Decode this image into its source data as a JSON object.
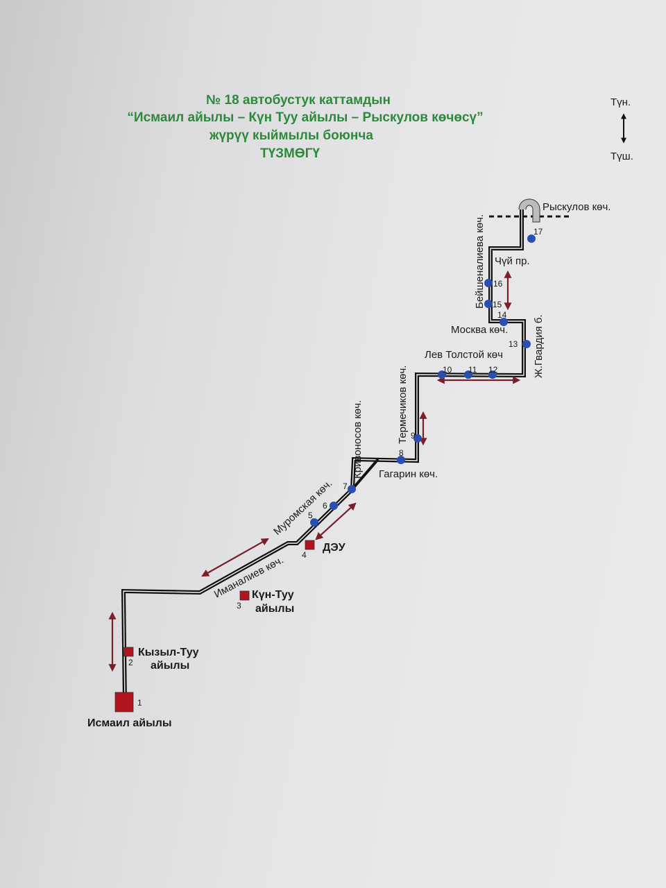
{
  "title": {
    "line1": "№ 18 автобустук каттамдын",
    "line2": "“Исмаил айылы – Күн Туу айылы – Рыскулов көчөсү”",
    "line3": "жүрүү кыймылы боюнча",
    "line4": "ТҮЗМӨГҮ"
  },
  "compass": {
    "north": "Түн.",
    "south": "Түш."
  },
  "streets": {
    "ryskulov": "Рыскулов көч.",
    "beishenalieva": "Бейшеналиева көч.",
    "chui": "Чүй пр.",
    "moskva": "Москва көч.",
    "zh_gvardia": "Ж.Гвардия б.",
    "lev_tolstoy": "Лев Толстой көч",
    "termechikov": "Термечиков көч.",
    "gagarin": "Гагарин көч.",
    "krivonosov": "Кривоносов көч.",
    "muromskaya": "Муромская көч.",
    "imanaliev": "Иманалиев көч."
  },
  "places": {
    "dey": "ДЭУ",
    "kun_tuu_1": "Күн-Туу",
    "kun_tuu_2": "айылы",
    "kyzyl_tuu_1": "Кызыл-Туу",
    "kyzyl_tuu_2": "айылы",
    "ismail": "Исмаил айылы"
  },
  "stops": [
    "1",
    "2",
    "3",
    "4",
    "5",
    "6",
    "7",
    "8",
    "9",
    "10",
    "11",
    "12",
    "13",
    "14",
    "15",
    "16",
    "17"
  ],
  "colors": {
    "title": "#2e8a3a",
    "route": "#111111",
    "stop_dot": "#2a4fb0",
    "terminal": "#b0141e",
    "arrow": "#7a1e28"
  }
}
